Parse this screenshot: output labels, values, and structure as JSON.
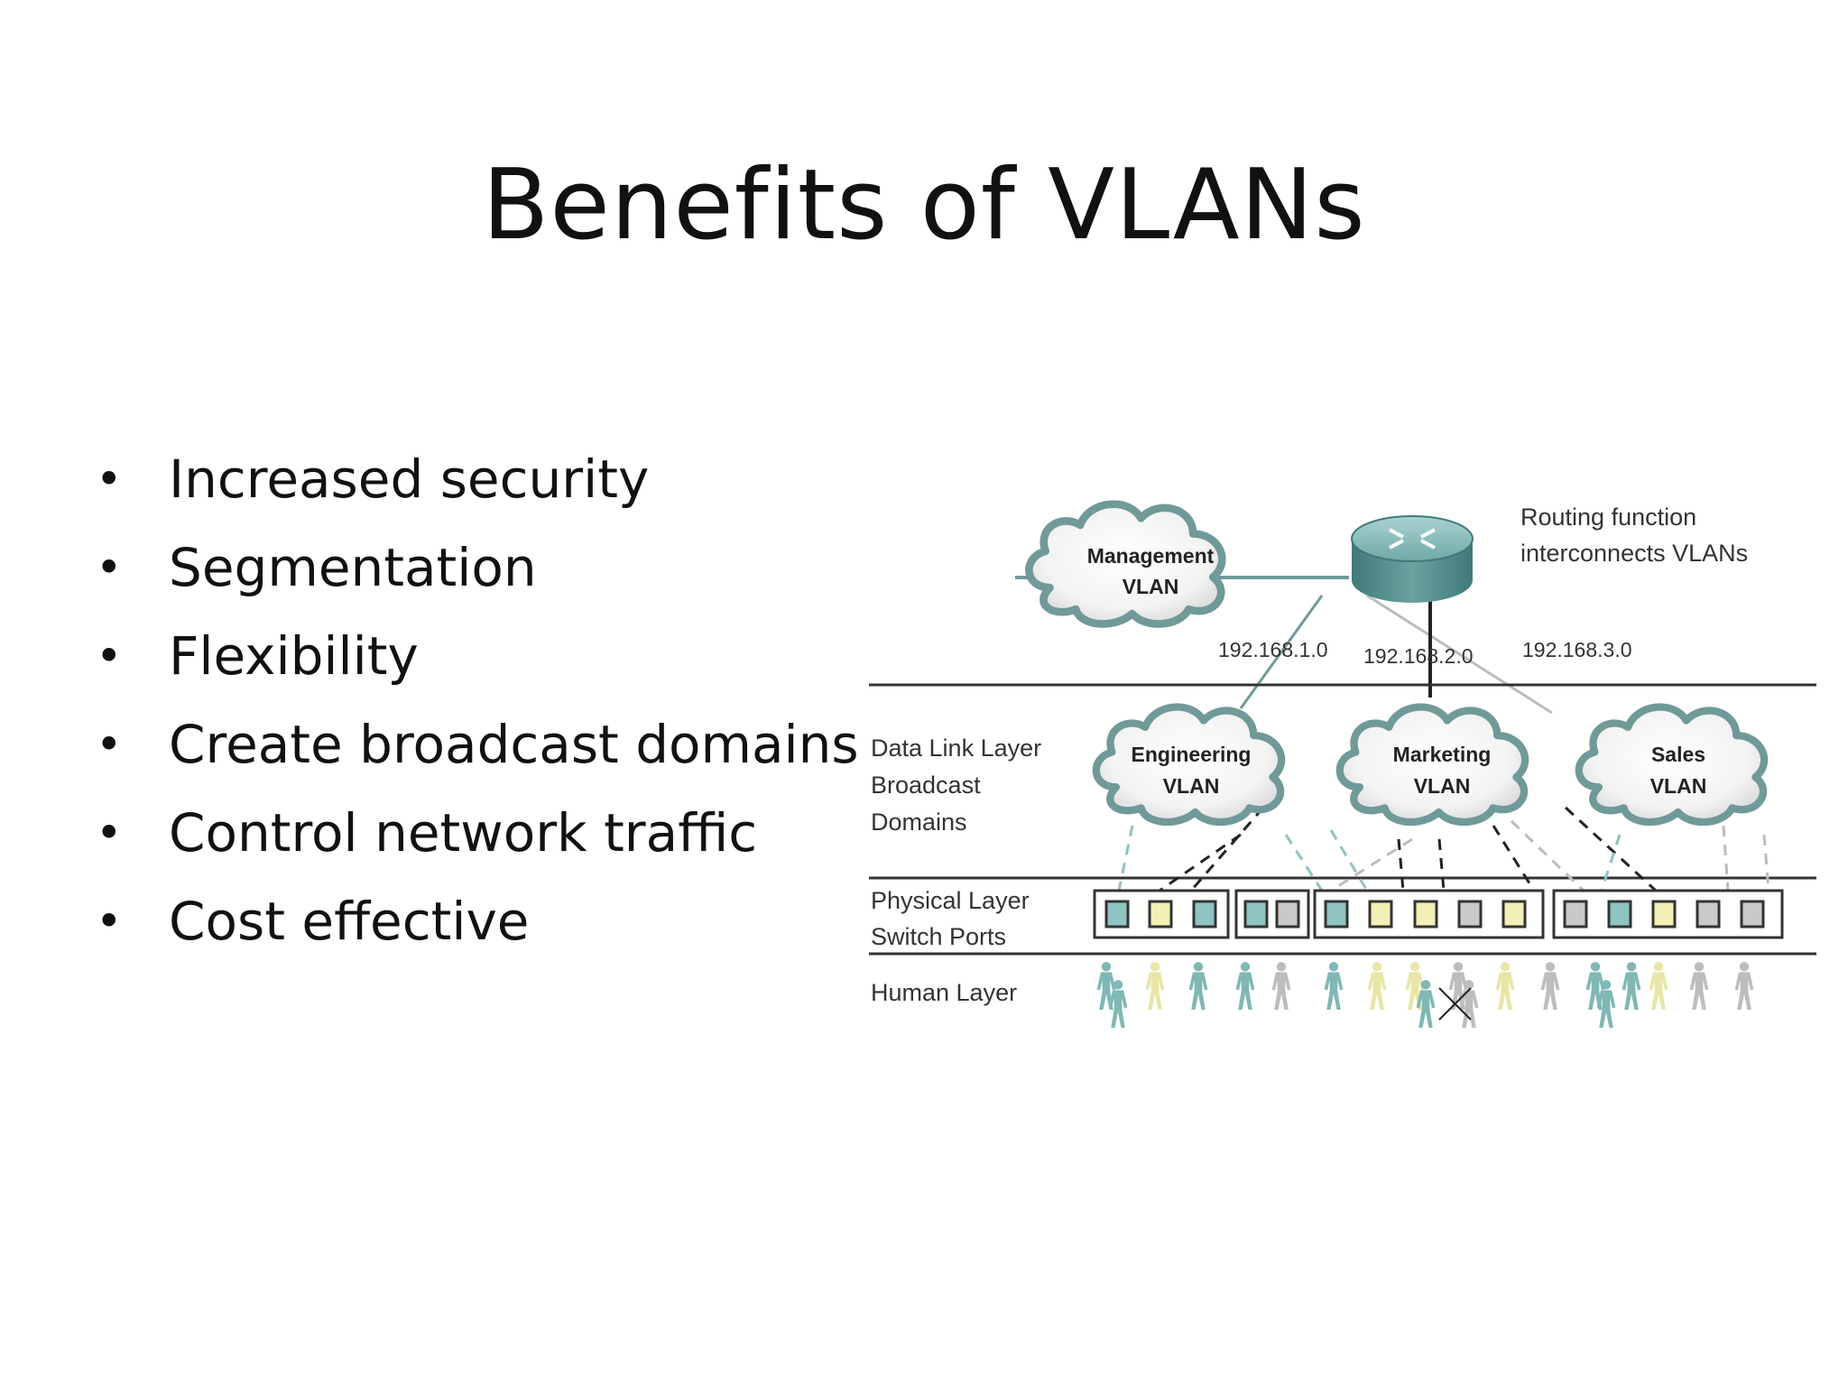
{
  "slide": {
    "title": "Benefits of VLANs",
    "bullets": [
      "Increased security",
      "Segmentation",
      "Flexibility",
      "Create broadcast domains",
      "Control network traffic",
      "Cost effective"
    ]
  },
  "diagram": {
    "router_caption": [
      "Routing function",
      "interconnects VLANs"
    ],
    "networks": [
      "192.168.1.0",
      "192.168.2.0",
      "192.168.3.0"
    ],
    "clouds": {
      "management": [
        "Management",
        "VLAN"
      ],
      "engineering": [
        "Engineering",
        "VLAN"
      ],
      "marketing": [
        "Marketing",
        "VLAN"
      ],
      "sales": [
        "Sales",
        "VLAN"
      ]
    },
    "layers": {
      "data_link": [
        "Data Link Layer",
        "Broadcast",
        "Domains"
      ],
      "physical": [
        "Physical Layer",
        "Switch Ports"
      ],
      "human": "Human Layer"
    },
    "colors": {
      "cloud_edge": "#6f9a98",
      "teal": "#8ec4c2",
      "yellow": "#f2f0b4",
      "gray": "#c9c9c9"
    }
  }
}
